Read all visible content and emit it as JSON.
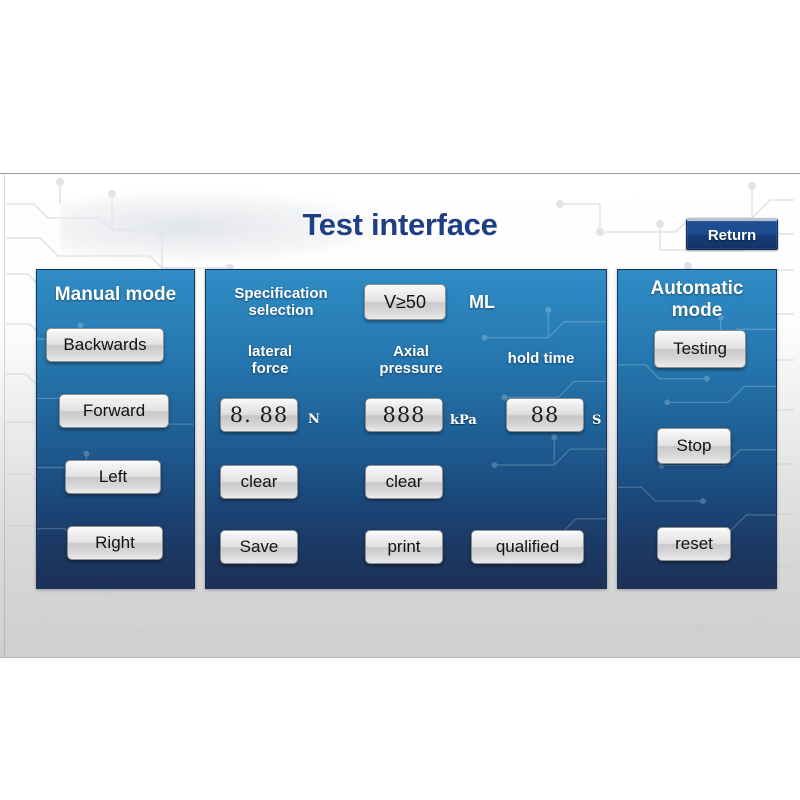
{
  "header": {
    "title": "Test interface",
    "return_label": "Return"
  },
  "manual_panel": {
    "title": "Manual mode",
    "buttons": [
      {
        "label": "Backwards"
      },
      {
        "label": "Forward"
      },
      {
        "label": "Left"
      },
      {
        "label": "Right"
      }
    ]
  },
  "center_panel": {
    "spec_label": "Specification\nselection",
    "spec_label_line1": "Specification",
    "spec_label_line2": "selection",
    "spec_value": "V≥50",
    "spec_unit": "ML",
    "fields": [
      {
        "label_line1": "lateral",
        "label_line2": "force",
        "value": "8. 88",
        "unit": "N",
        "clear_label": "clear"
      },
      {
        "label_line1": "Axial",
        "label_line2": "pressure",
        "value": "888",
        "unit": "kPa",
        "clear_label": "clear"
      },
      {
        "label_line1": "hold time",
        "label_line2": "",
        "value": "88",
        "unit": "S",
        "clear_label": ""
      }
    ],
    "actions": [
      {
        "label": "Save"
      },
      {
        "label": "print"
      },
      {
        "label": "qualified"
      }
    ]
  },
  "automatic_panel": {
    "title_line1": "Automatic",
    "title_line2": "mode",
    "buttons": [
      {
        "label": "Testing"
      },
      {
        "label": "Stop"
      },
      {
        "label": "reset"
      }
    ]
  },
  "theme": {
    "title_color": "#1f3f84",
    "panel_top_color": "#2f8cc4",
    "panel_bottom_color": "#1d3157",
    "return_color": "#1c4a8e",
    "button_face": "#e2e2e2"
  }
}
